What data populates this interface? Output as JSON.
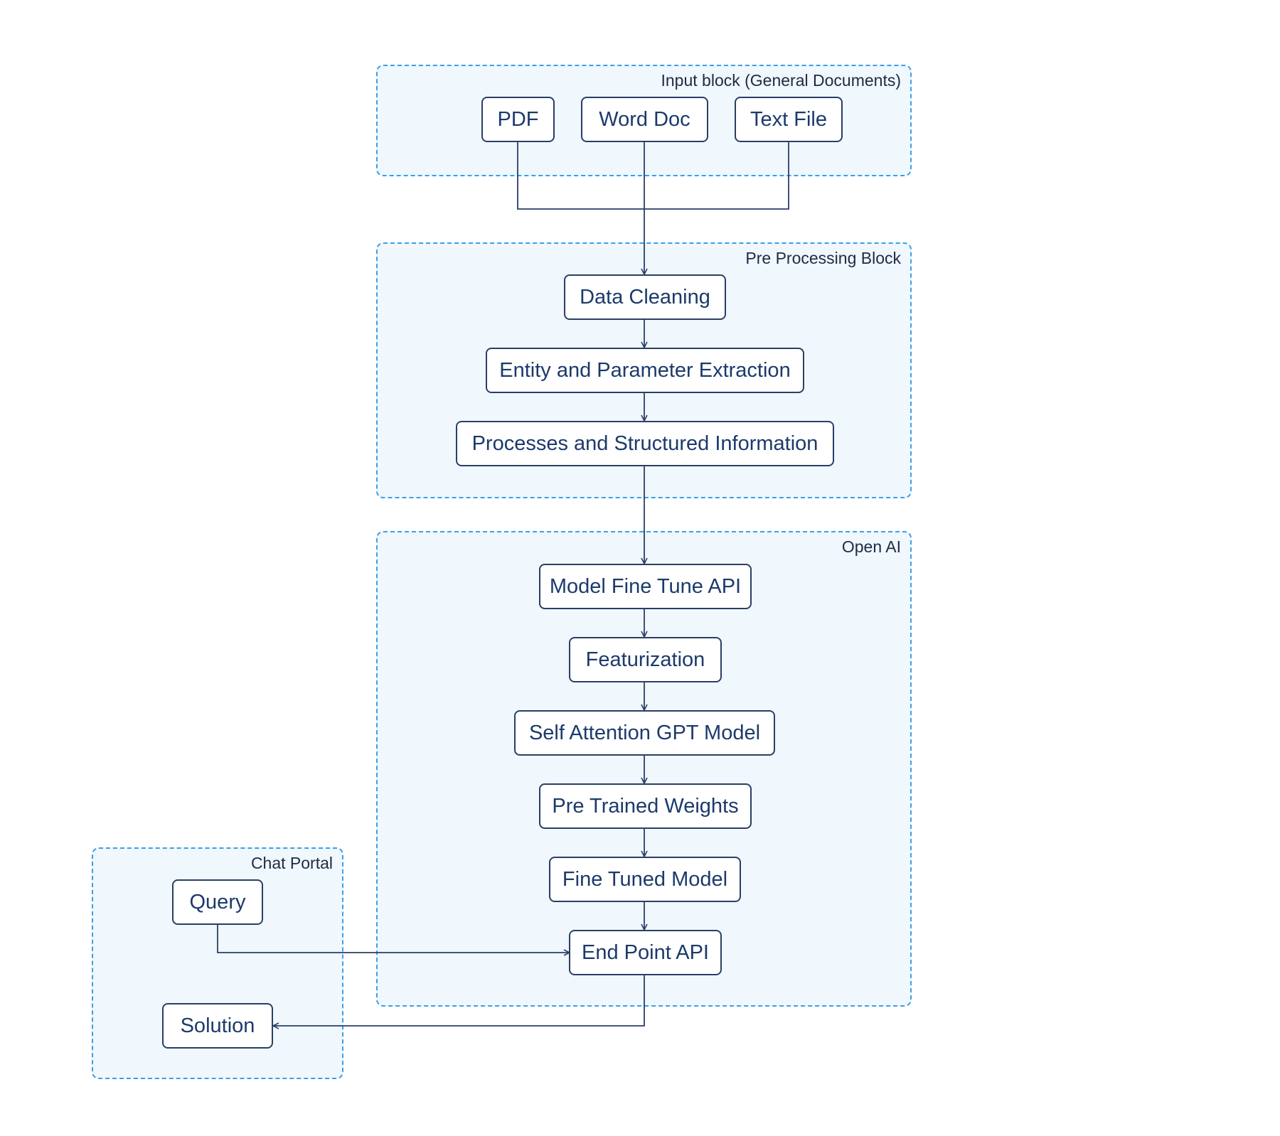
{
  "groups": {
    "input": {
      "label": "Input block (General Documents)"
    },
    "preprocessing": {
      "label": "Pre Processing Block"
    },
    "openai": {
      "label": "Open AI"
    },
    "chat": {
      "label": "Chat Portal"
    }
  },
  "nodes": {
    "pdf": "PDF",
    "word_doc": "Word Doc",
    "text_file": "Text File",
    "data_cleaning": "Data Cleaning",
    "entity_extraction": "Entity and Parameter Extraction",
    "structured_info": "Processes and Structured Information",
    "model_fine_tune_api": "Model Fine Tune API",
    "featurization": "Featurization",
    "self_attention": "Self Attention GPT Model",
    "pre_trained_weights": "Pre Trained Weights",
    "fine_tuned_model": "Fine Tuned Model",
    "end_point_api": "End Point API",
    "query": "Query",
    "solution": "Solution"
  },
  "colors": {
    "group_border": "#3aa0e6",
    "group_fill": "#f0f7fd",
    "node_border": "#2a3f66",
    "node_text": "#1c3a6b",
    "connector": "#2a3f66"
  }
}
